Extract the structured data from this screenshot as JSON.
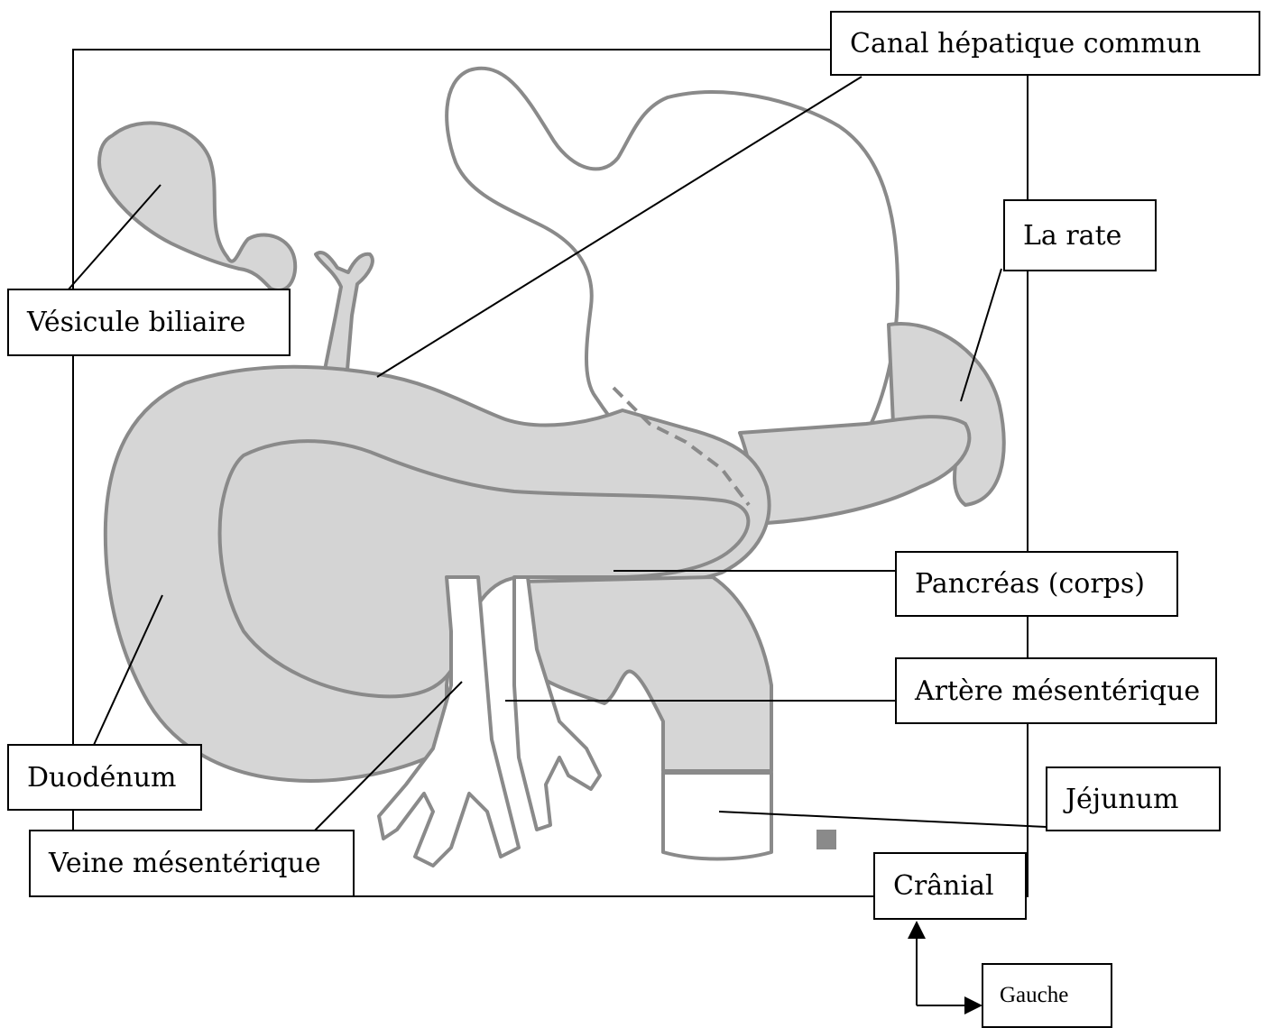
{
  "labels": {
    "canal_hepatique": "Canal hépatique commun",
    "la_rate": "La rate",
    "vesicule": "Vésicule biliaire",
    "pancreas": "Pancréas (corps)",
    "artere": "Artère mésentérique",
    "duodenum": "Duodénum",
    "jejunum": "Jéjunum",
    "veine": "Veine mésentérique",
    "cranial": "Crânial",
    "gauche": "Gauche"
  },
  "colors": {
    "organ_fill": "#d6d6d6",
    "organ_outline": "#8a8a8a",
    "line": "#000000",
    "background": "#ffffff"
  }
}
